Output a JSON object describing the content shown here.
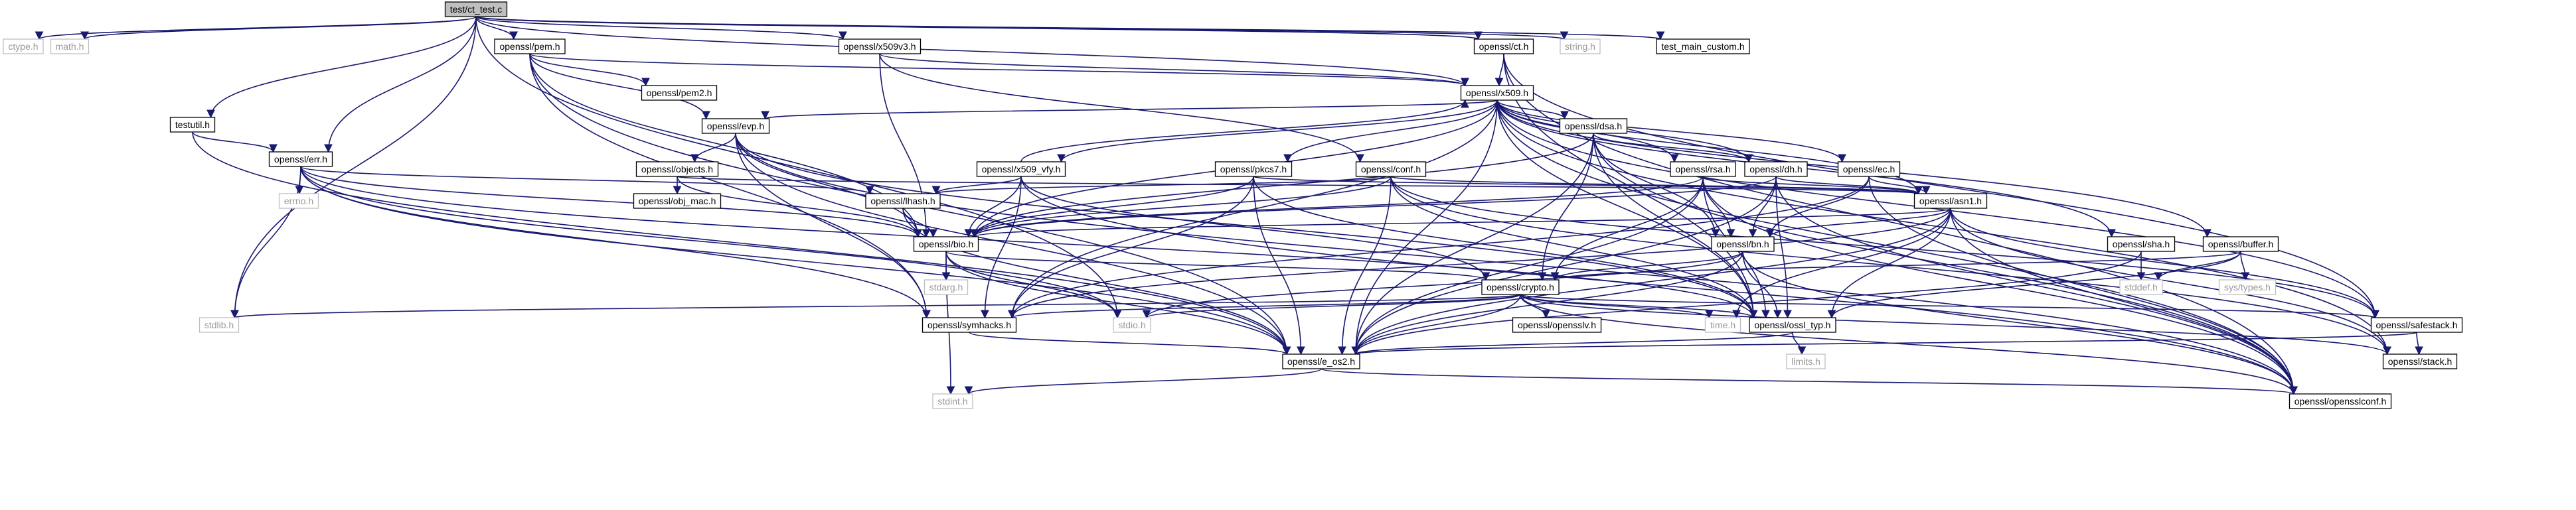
{
  "graph": {
    "title": "",
    "colors": {
      "edge": "#191970",
      "node_border": "#000000",
      "root_fill": "#bfbfbf",
      "system_header_border": "#bfbfbf",
      "system_header_text": "#9a9a9a"
    },
    "nodes": [
      {
        "id": "ct_test",
        "label": "test/ct_test.c",
        "root": true
      },
      {
        "id": "ctype",
        "label": "ctype.h",
        "system": true
      },
      {
        "id": "math",
        "label": "math.h",
        "system": true
      },
      {
        "id": "pem",
        "label": "openssl/pem.h"
      },
      {
        "id": "x509v3",
        "label": "openssl/x509v3.h"
      },
      {
        "id": "ct",
        "label": "openssl/ct.h"
      },
      {
        "id": "string",
        "label": "string.h",
        "system": true
      },
      {
        "id": "test_main_custom",
        "label": "test_main_custom.h"
      },
      {
        "id": "pem2",
        "label": "openssl/pem2.h"
      },
      {
        "id": "x509",
        "label": "openssl/x509.h"
      },
      {
        "id": "testutil",
        "label": "testutil.h"
      },
      {
        "id": "err",
        "label": "openssl/err.h"
      },
      {
        "id": "evp",
        "label": "openssl/evp.h"
      },
      {
        "id": "dsa",
        "label": "openssl/dsa.h"
      },
      {
        "id": "objects",
        "label": "openssl/objects.h"
      },
      {
        "id": "x509_vfy",
        "label": "openssl/x509_vfy.h"
      },
      {
        "id": "pkcs7",
        "label": "openssl/pkcs7.h"
      },
      {
        "id": "conf",
        "label": "openssl/conf.h"
      },
      {
        "id": "rsa",
        "label": "openssl/rsa.h"
      },
      {
        "id": "dh",
        "label": "openssl/dh.h"
      },
      {
        "id": "ec",
        "label": "openssl/ec.h"
      },
      {
        "id": "errno",
        "label": "errno.h",
        "system": true
      },
      {
        "id": "obj_mac",
        "label": "openssl/obj_mac.h"
      },
      {
        "id": "lhash",
        "label": "openssl/lhash.h"
      },
      {
        "id": "asn1",
        "label": "openssl/asn1.h"
      },
      {
        "id": "bio",
        "label": "openssl/bio.h"
      },
      {
        "id": "bn",
        "label": "openssl/bn.h"
      },
      {
        "id": "sha",
        "label": "openssl/sha.h"
      },
      {
        "id": "buffer",
        "label": "openssl/buffer.h"
      },
      {
        "id": "stdarg",
        "label": "stdarg.h",
        "system": true
      },
      {
        "id": "stddef",
        "label": "stddef.h",
        "system": true
      },
      {
        "id": "sys_types",
        "label": "sys/types.h",
        "system": true
      },
      {
        "id": "crypto",
        "label": "openssl/crypto.h"
      },
      {
        "id": "stdlib",
        "label": "stdlib.h",
        "system": true
      },
      {
        "id": "symhacks",
        "label": "openssl/symhacks.h"
      },
      {
        "id": "stdio",
        "label": "stdio.h",
        "system": true
      },
      {
        "id": "opensslv",
        "label": "openssl/opensslv.h"
      },
      {
        "id": "time",
        "label": "time.h",
        "system": true
      },
      {
        "id": "ossl_typ",
        "label": "openssl/ossl_typ.h"
      },
      {
        "id": "safestack",
        "label": "openssl/safestack.h"
      },
      {
        "id": "limits",
        "label": "limits.h",
        "system": true
      },
      {
        "id": "e_os2",
        "label": "openssl/e_os2.h"
      },
      {
        "id": "stack",
        "label": "openssl/stack.h"
      },
      {
        "id": "stdint",
        "label": "stdint.h",
        "system": true
      },
      {
        "id": "opensslconf",
        "label": "openssl/opensslconf.h"
      }
    ],
    "edges": [
      [
        "ct_test",
        "ctype"
      ],
      [
        "ct_test",
        "math"
      ],
      [
        "ct_test",
        "pem"
      ],
      [
        "ct_test",
        "x509v3"
      ],
      [
        "ct_test",
        "ct"
      ],
      [
        "ct_test",
        "string"
      ],
      [
        "ct_test",
        "test_main_custom"
      ],
      [
        "ct_test",
        "testutil"
      ],
      [
        "ct_test",
        "err"
      ],
      [
        "ct_test",
        "x509"
      ],
      [
        "ct_test",
        "stdlib"
      ],
      [
        "ct_test",
        "stdio"
      ],
      [
        "pem",
        "pem2"
      ],
      [
        "pem",
        "x509"
      ],
      [
        "pem",
        "evp"
      ],
      [
        "pem",
        "bio"
      ],
      [
        "pem",
        "e_os2"
      ],
      [
        "pem",
        "symhacks"
      ],
      [
        "x509v3",
        "x509"
      ],
      [
        "x509v3",
        "bio"
      ],
      [
        "x509v3",
        "conf"
      ],
      [
        "ct",
        "x509"
      ],
      [
        "ct",
        "safestack"
      ],
      [
        "ct",
        "ossl_typ"
      ],
      [
        "ct",
        "opensslconf"
      ],
      [
        "testutil",
        "err"
      ],
      [
        "testutil",
        "e_os2"
      ],
      [
        "err",
        "stdio"
      ],
      [
        "err",
        "stdlib"
      ],
      [
        "err",
        "errno"
      ],
      [
        "err",
        "bio"
      ],
      [
        "err",
        "lhash"
      ],
      [
        "err",
        "ossl_typ"
      ],
      [
        "err",
        "e_os2"
      ],
      [
        "err",
        "symhacks"
      ],
      [
        "x509",
        "evp"
      ],
      [
        "x509",
        "dsa"
      ],
      [
        "x509",
        "x509_vfy"
      ],
      [
        "x509",
        "pkcs7"
      ],
      [
        "x509",
        "rsa"
      ],
      [
        "x509",
        "dh"
      ],
      [
        "x509",
        "ec"
      ],
      [
        "x509",
        "asn1"
      ],
      [
        "x509",
        "bio"
      ],
      [
        "x509",
        "sha"
      ],
      [
        "x509",
        "buffer"
      ],
      [
        "x509",
        "safestack"
      ],
      [
        "x509",
        "ossl_typ"
      ],
      [
        "x509",
        "e_os2"
      ],
      [
        "x509",
        "stack"
      ],
      [
        "x509",
        "symhacks"
      ],
      [
        "x509",
        "opensslconf"
      ],
      [
        "evp",
        "objects"
      ],
      [
        "evp",
        "bio"
      ],
      [
        "evp",
        "ossl_typ"
      ],
      [
        "evp",
        "e_os2"
      ],
      [
        "evp",
        "symhacks"
      ],
      [
        "evp",
        "opensslconf"
      ],
      [
        "objects",
        "obj_mac"
      ],
      [
        "objects",
        "bio"
      ],
      [
        "objects",
        "asn1"
      ],
      [
        "dsa",
        "bio"
      ],
      [
        "dsa",
        "crypto"
      ],
      [
        "dsa",
        "bn"
      ],
      [
        "dsa",
        "dh"
      ],
      [
        "dsa",
        "ossl_typ"
      ],
      [
        "dsa",
        "e_os2"
      ],
      [
        "dsa",
        "opensslconf"
      ],
      [
        "x509_vfy",
        "x509"
      ],
      [
        "x509_vfy",
        "bio"
      ],
      [
        "x509_vfy",
        "crypto"
      ],
      [
        "x509_vfy",
        "lhash"
      ],
      [
        "x509_vfy",
        "symhacks"
      ],
      [
        "x509_vfy",
        "opensslconf"
      ],
      [
        "pkcs7",
        "asn1"
      ],
      [
        "pkcs7",
        "bio"
      ],
      [
        "pkcs7",
        "ossl_typ"
      ],
      [
        "pkcs7",
        "e_os2"
      ],
      [
        "pkcs7",
        "symhacks"
      ],
      [
        "conf",
        "bio"
      ],
      [
        "conf",
        "lhash"
      ],
      [
        "conf",
        "safestack"
      ],
      [
        "conf",
        "stack"
      ],
      [
        "conf",
        "ossl_typ"
      ],
      [
        "conf",
        "e_os2"
      ],
      [
        "conf",
        "asn1"
      ],
      [
        "rsa",
        "asn1"
      ],
      [
        "rsa",
        "bio"
      ],
      [
        "rsa",
        "crypto"
      ],
      [
        "rsa",
        "bn"
      ],
      [
        "rsa",
        "ossl_typ"
      ],
      [
        "rsa",
        "e_os2"
      ],
      [
        "rsa",
        "opensslconf"
      ],
      [
        "dh",
        "asn1"
      ],
      [
        "dh",
        "bio"
      ],
      [
        "dh",
        "bn"
      ],
      [
        "dh",
        "ossl_typ"
      ],
      [
        "dh",
        "e_os2"
      ],
      [
        "dh",
        "opensslconf"
      ],
      [
        "ec",
        "asn1"
      ],
      [
        "ec",
        "bn"
      ],
      [
        "ec",
        "symhacks"
      ],
      [
        "ec",
        "opensslconf"
      ],
      [
        "lhash",
        "bio"
      ],
      [
        "lhash",
        "e_os2"
      ],
      [
        "asn1",
        "bio"
      ],
      [
        "asn1",
        "bn"
      ],
      [
        "asn1",
        "time"
      ],
      [
        "asn1",
        "safestack"
      ],
      [
        "asn1",
        "stack"
      ],
      [
        "asn1",
        "ossl_typ"
      ],
      [
        "asn1",
        "e_os2"
      ],
      [
        "asn1",
        "symhacks"
      ],
      [
        "asn1",
        "opensslconf"
      ],
      [
        "bio",
        "stdarg"
      ],
      [
        "bio",
        "stdio"
      ],
      [
        "bio",
        "crypto"
      ],
      [
        "bio",
        "e_os2"
      ],
      [
        "bio",
        "stdint"
      ],
      [
        "bn",
        "crypto"
      ],
      [
        "bn",
        "ossl_typ"
      ],
      [
        "bn",
        "e_os2"
      ],
      [
        "bn",
        "stdio"
      ],
      [
        "bn",
        "opensslconf"
      ],
      [
        "sha",
        "stddef"
      ],
      [
        "sha",
        "e_os2"
      ],
      [
        "buffer",
        "stddef"
      ],
      [
        "buffer",
        "sys_types"
      ],
      [
        "buffer",
        "ossl_typ"
      ],
      [
        "buffer",
        "crypto"
      ],
      [
        "crypto",
        "stdlib"
      ],
      [
        "crypto",
        "stdio"
      ],
      [
        "crypto",
        "symhacks"
      ],
      [
        "crypto",
        "opensslv"
      ],
      [
        "crypto",
        "time"
      ],
      [
        "crypto",
        "ossl_typ"
      ],
      [
        "crypto",
        "safestack"
      ],
      [
        "crypto",
        "e_os2"
      ],
      [
        "crypto",
        "stack"
      ],
      [
        "crypto",
        "opensslconf"
      ],
      [
        "symhacks",
        "e_os2"
      ],
      [
        "ossl_typ",
        "e_os2"
      ],
      [
        "ossl_typ",
        "limits"
      ],
      [
        "safestack",
        "stack"
      ],
      [
        "safestack",
        "e_os2"
      ],
      [
        "e_os2",
        "opensslconf"
      ],
      [
        "e_os2",
        "stdint"
      ]
    ]
  }
}
